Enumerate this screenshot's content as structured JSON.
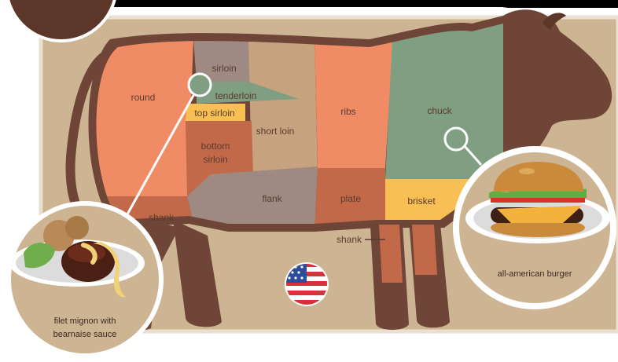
{
  "colors": {
    "background_panel": "#cdb493",
    "cow_outline": "#6e4536",
    "round": "#ef8c66",
    "sirloin": "#9e8a83",
    "tenderloin": "#7f9e82",
    "top_sirloin": "#f8bf55",
    "bottom_sirloin": "#c2694a",
    "short_loin": "#c6a27f",
    "flank": "#9e8a83",
    "ribs": "#ef8c66",
    "chuck": "#7f9e82",
    "plate": "#c2694a",
    "brisket": "#f8bf55",
    "shank": "#c2694a",
    "callout_ring": "#ffffff",
    "flag_red": "#d8313a",
    "flag_blue": "#2b4d9a"
  },
  "cuts": {
    "round": "round",
    "sirloin": "sirloin",
    "tenderloin": "tenderloin",
    "top_sirloin": "top sirloin",
    "bottom_sirloin_line1": "bottom",
    "bottom_sirloin_line2": "sirloin",
    "short_loin": "short loin",
    "flank": "flank",
    "ribs": "ribs",
    "chuck": "chuck",
    "plate": "plate",
    "brisket": "brisket",
    "shank_rear": "shank",
    "shank_front": "shank"
  },
  "callouts": {
    "left": {
      "line1": "filet mignon with",
      "line2": "bearnaise sauce"
    },
    "right": {
      "line1": "all-american burger"
    }
  },
  "icons": {
    "left_dish": "filet-mignon-icon",
    "right_dish": "burger-icon",
    "flag": "us-flag-icon"
  }
}
